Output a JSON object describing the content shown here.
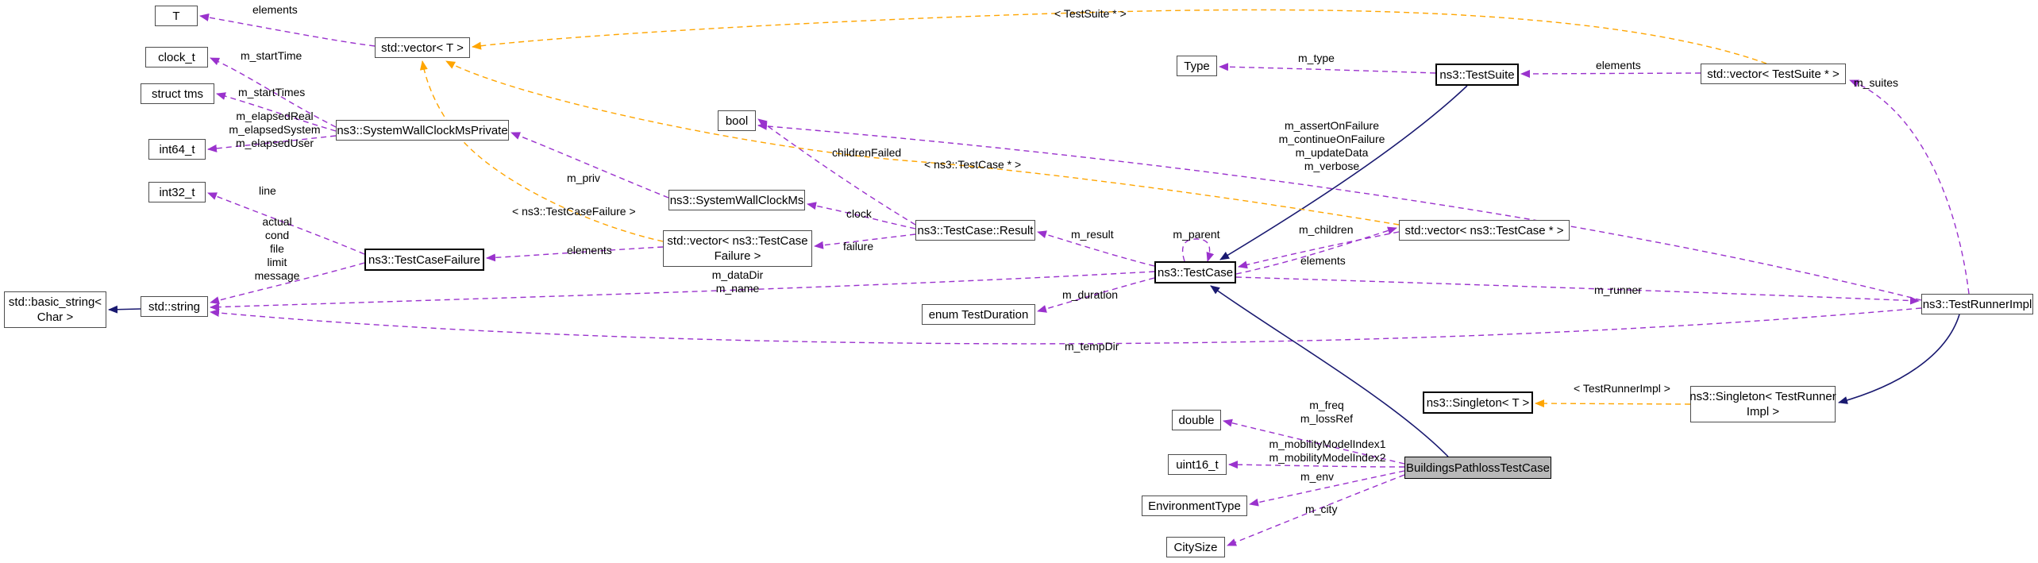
{
  "diagram": {
    "kind": "doxygen-collaboration-graph",
    "focus_class": "BuildingsPathlossTestCase",
    "colors": {
      "usage_edge": "#9a32cd",
      "template_edge": "#ffa500",
      "inheritance_edge": "#191970",
      "focus_node_fill": "#b9b9b9",
      "node_fill": "#ffffff"
    },
    "nodes": {
      "t": {
        "label": "T"
      },
      "clock_t": {
        "label": "clock_t"
      },
      "struct_tms": {
        "label": "struct tms"
      },
      "int64_t": {
        "label": "int64_t"
      },
      "int32_t": {
        "label": "int32_t"
      },
      "vector_t": {
        "label": "std::vector< T >"
      },
      "swcm_private": {
        "label": "ns3::SystemWallClockMsPrivate"
      },
      "swcm": {
        "label": "ns3::SystemWallClockMs"
      },
      "vector_tcf": {
        "label": "std::vector< ns3::TestCase\nFailure >"
      },
      "bool": {
        "label": "bool"
      },
      "testcasefailure": {
        "label": "ns3::TestCaseFailure"
      },
      "basic_string": {
        "label": "std::basic_string<\nChar >"
      },
      "string": {
        "label": "std::string"
      },
      "result": {
        "label": "ns3::TestCase::Result"
      },
      "testduration": {
        "label": "enum TestDuration"
      },
      "testcase": {
        "label": "ns3::TestCase"
      },
      "type": {
        "label": "Type"
      },
      "testsuite": {
        "label": "ns3::TestSuite"
      },
      "vector_testsuite": {
        "label": "std::vector< TestSuite * >"
      },
      "vector_testcase": {
        "label": "std::vector< ns3::TestCase * >"
      },
      "testrunnerimpl": {
        "label": "ns3::TestRunnerImpl"
      },
      "singleton_t": {
        "label": "ns3::Singleton< T >"
      },
      "singleton_tri": {
        "label": "ns3::Singleton< TestRunner\nImpl >"
      },
      "double": {
        "label": "double"
      },
      "uint16_t": {
        "label": "uint16_t"
      },
      "environmenttype": {
        "label": "EnvironmentType"
      },
      "citysize": {
        "label": "CitySize"
      },
      "bptc": {
        "label": "BuildingsPathlossTestCase"
      }
    },
    "edges": [
      {
        "from": "vector_t",
        "to": "t",
        "relation": "usage",
        "label": "elements"
      },
      {
        "from": "swcm_private",
        "to": "clock_t",
        "relation": "usage",
        "label": "m_startTime"
      },
      {
        "from": "swcm_private",
        "to": "struct_tms",
        "relation": "usage",
        "label": "m_startTimes"
      },
      {
        "from": "swcm_private",
        "to": "int64_t",
        "relation": "usage",
        "label": "m_elapsedReal\nm_elapsedSystem\nm_elapsedUser"
      },
      {
        "from": "testcasefailure",
        "to": "int32_t",
        "relation": "usage",
        "label": "line"
      },
      {
        "from": "testcasefailure",
        "to": "string",
        "relation": "usage",
        "label": "actual\ncond\nfile\nlimit\nmessage"
      },
      {
        "from": "swcm",
        "to": "swcm_private",
        "relation": "usage",
        "label": "m_priv"
      },
      {
        "from": "vector_tcf",
        "to": "testcasefailure",
        "relation": "usage",
        "label": "elements"
      },
      {
        "from": "result",
        "to": "bool",
        "relation": "usage",
        "label": "childrenFailed"
      },
      {
        "from": "result",
        "to": "swcm",
        "relation": "usage",
        "label": "clock"
      },
      {
        "from": "result",
        "to": "vector_tcf",
        "relation": "usage",
        "label": "failure"
      },
      {
        "from": "testcase",
        "to": "result",
        "relation": "usage",
        "label": "m_result"
      },
      {
        "from": "testcase",
        "to": "testcase",
        "relation": "usage",
        "label": "m_parent"
      },
      {
        "from": "vector_testcase",
        "to": "testcase",
        "relation": "usage",
        "label": "elements"
      },
      {
        "from": "testcase",
        "to": "vector_testcase",
        "relation": "usage",
        "label": "m_children"
      },
      {
        "from": "testcase",
        "to": "testduration",
        "relation": "usage",
        "label": "m_duration"
      },
      {
        "from": "testcase",
        "to": "string",
        "relation": "usage",
        "label": "m_dataDir\nm_name"
      },
      {
        "from": "testsuite",
        "to": "type",
        "relation": "usage",
        "label": "m_type"
      },
      {
        "from": "vector_testsuite",
        "to": "testsuite",
        "relation": "usage",
        "label": "elements"
      },
      {
        "from": "testrunnerimpl",
        "to": "vector_testsuite",
        "relation": "usage",
        "label": "m_suites"
      },
      {
        "from": "testrunnerimpl",
        "to": "bool",
        "relation": "usage",
        "label": "m_assertOnFailure\nm_continueOnFailure\nm_updateData\nm_verbose"
      },
      {
        "from": "testcase",
        "to": "testrunnerimpl",
        "relation": "usage",
        "label": "m_runner"
      },
      {
        "from": "testrunnerimpl",
        "to": "string",
        "relation": "usage",
        "label": "m_tempDir"
      },
      {
        "from": "bptc",
        "to": "double",
        "relation": "usage",
        "label": "m_freq\nm_lossRef"
      },
      {
        "from": "bptc",
        "to": "uint16_t",
        "relation": "usage",
        "label": "m_mobilityModelIndex1\nm_mobilityModelIndex2"
      },
      {
        "from": "bptc",
        "to": "environmenttype",
        "relation": "usage",
        "label": "m_env"
      },
      {
        "from": "bptc",
        "to": "citysize",
        "relation": "usage",
        "label": "m_city"
      },
      {
        "from": "testsuite",
        "to": "testcase",
        "relation": "inheritance",
        "label": ""
      },
      {
        "from": "bptc",
        "to": "testcase",
        "relation": "inheritance",
        "label": ""
      },
      {
        "from": "testrunnerimpl",
        "to": "singleton_tri",
        "relation": "inheritance",
        "label": ""
      },
      {
        "from": "string",
        "to": "basic_string",
        "relation": "inheritance",
        "label": ""
      },
      {
        "from": "vector_testsuite",
        "to": "vector_t",
        "relation": "template",
        "label": "< TestSuite * >"
      },
      {
        "from": "vector_testcase",
        "to": "vector_t",
        "relation": "template",
        "label": "< ns3::TestCase * >"
      },
      {
        "from": "vector_tcf",
        "to": "vector_t",
        "relation": "template",
        "label": "< ns3::TestCaseFailure >"
      },
      {
        "from": "singleton_tri",
        "to": "singleton_t",
        "relation": "template",
        "label": "< TestRunnerImpl >"
      }
    ]
  }
}
